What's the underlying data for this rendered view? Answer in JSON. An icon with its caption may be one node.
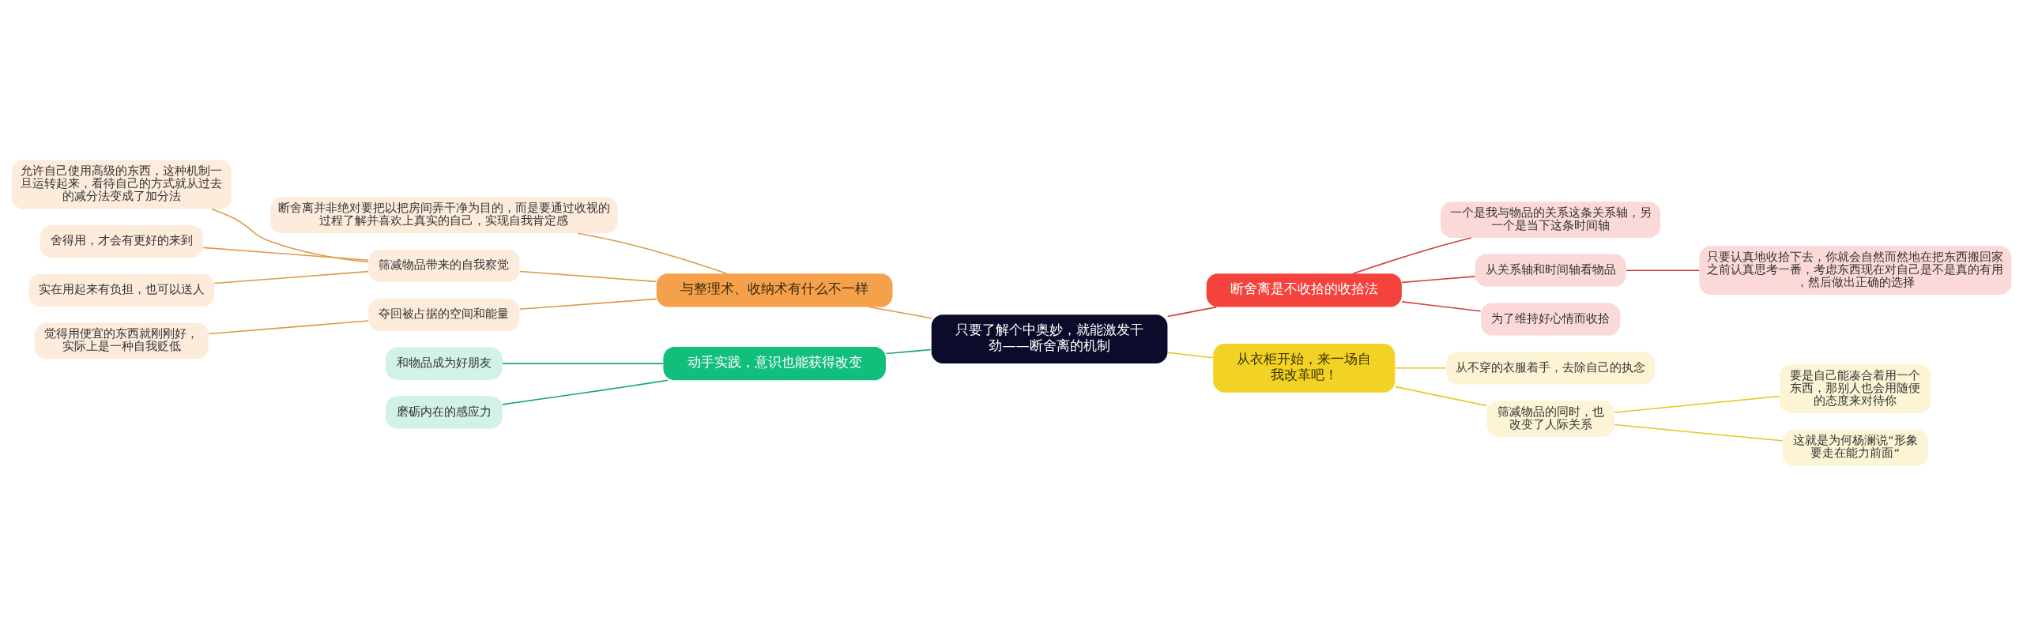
{
  "diagram": {
    "nodes": [
      {
        "text": [
          "只要了解个中奥妙，就能激发干劲——断舍离的机制"
        ]
      },
      {
        "text": [
          "与整理术、收纳术有什么不一样"
        ]
      },
      {
        "text": [
          "断舍离并非绝对要把以把房间弄干净为目的，而是要通过收视的过程了解并喜欢上真实的自己，实现自我肯定感"
        ]
      },
      {
        "text": [
          "筛减物品带来的自我察觉"
        ]
      },
      {
        "text": [
          "允许自己使用高级的东西，这种机制一旦运转起来，看待自己的方式就从过去的减分法变成了加分法"
        ]
      },
      {
        "text": [
          "舍得用，才会有更好的来到"
        ]
      },
      {
        "text": [
          "实在用起来有负担，也可以送人"
        ]
      },
      {
        "text": [
          "夺回被占据的空间和能量"
        ]
      },
      {
        "text": [
          "觉得用便宜的东西就刚刚好，实际上是一种自我贬低"
        ]
      },
      {
        "text": [
          "动手实践，意识也能获得改变"
        ]
      },
      {
        "text": [
          "和物品成为好朋友"
        ]
      },
      {
        "text": [
          "磨砺内在的感应力"
        ]
      },
      {
        "text": [
          "断舍离是不收拾的收拾法"
        ]
      },
      {
        "text": [
          "一个是我与物品的关系这条关系轴，另一个是当下这条时间轴"
        ]
      },
      {
        "text": [
          "从关系轴和时间轴看物品"
        ]
      },
      {
        "text": [
          "只要认真地收拾下去，你就会自然而然地在把东西搬回家之前认真思考一番，考虑东西现在对自己是不是真的有用，然后做出正确的选择"
        ]
      },
      {
        "text": [
          "为了维持好心情而收拾"
        ]
      },
      {
        "text": [
          "从衣柜开始，来一场自我改革吧！"
        ]
      },
      {
        "text": [
          "从不穿的衣服着手，去除自己的执念"
        ]
      },
      {
        "text": [
          "筛减物品的同时，也改变了人际关系"
        ]
      },
      {
        "text": [
          "要是自己能凑合着用一个东西，那别人也会用随便的态度来对待你"
        ]
      },
      {
        "text": [
          "这就是为何杨澜说“形象要走在能力前面“"
        ]
      }
    ],
    "edges": [
      {
        "from": 0,
        "to": 1,
        "arrow": "none"
      },
      {
        "from": 1,
        "to": 2,
        "arrow": "none"
      },
      {
        "from": 1,
        "to": 3,
        "arrow": "none"
      },
      {
        "from": 3,
        "to": 4,
        "arrow": "none"
      },
      {
        "from": 3,
        "to": 5,
        "arrow": "none"
      },
      {
        "from": 3,
        "to": 6,
        "arrow": "none"
      },
      {
        "from": 1,
        "to": 7,
        "arrow": "none"
      },
      {
        "from": 7,
        "to": 8,
        "arrow": "none"
      },
      {
        "from": 0,
        "to": 9,
        "arrow": "none",
        "color": "#15a86c"
      },
      {
        "from": 9,
        "to": 10,
        "arrow": "none",
        "color": "#15a86c"
      },
      {
        "from": 9,
        "to": 11,
        "arrow": "none",
        "color": "#15a86c"
      },
      {
        "from": 0,
        "to": 12,
        "arrow": "none",
        "color": "#d0403a"
      },
      {
        "from": 12,
        "to": 13,
        "arrow": "none",
        "color": "#d0403a"
      },
      {
        "from": 12,
        "to": 14,
        "arrow": "none",
        "color": "#d0403a"
      },
      {
        "from": 14,
        "to": 15,
        "arrow": "none",
        "color": "#d0403a"
      },
      {
        "from": 12,
        "to": 16,
        "arrow": "none",
        "color": "#d0403a"
      },
      {
        "from": 0,
        "to": 17,
        "arrow": "none",
        "color": "#e6c620"
      },
      {
        "from": 17,
        "to": 18,
        "arrow": "none",
        "color": "#e6c620"
      },
      {
        "from": 17,
        "to": 19,
        "arrow": "none",
        "color": "#e6c620"
      },
      {
        "from": 19,
        "to": 20,
        "arrow": "none",
        "color": "#e6c620"
      },
      {
        "from": 19,
        "to": 21,
        "arrow": "none",
        "color": "#e6c620"
      }
    ]
  }
}
